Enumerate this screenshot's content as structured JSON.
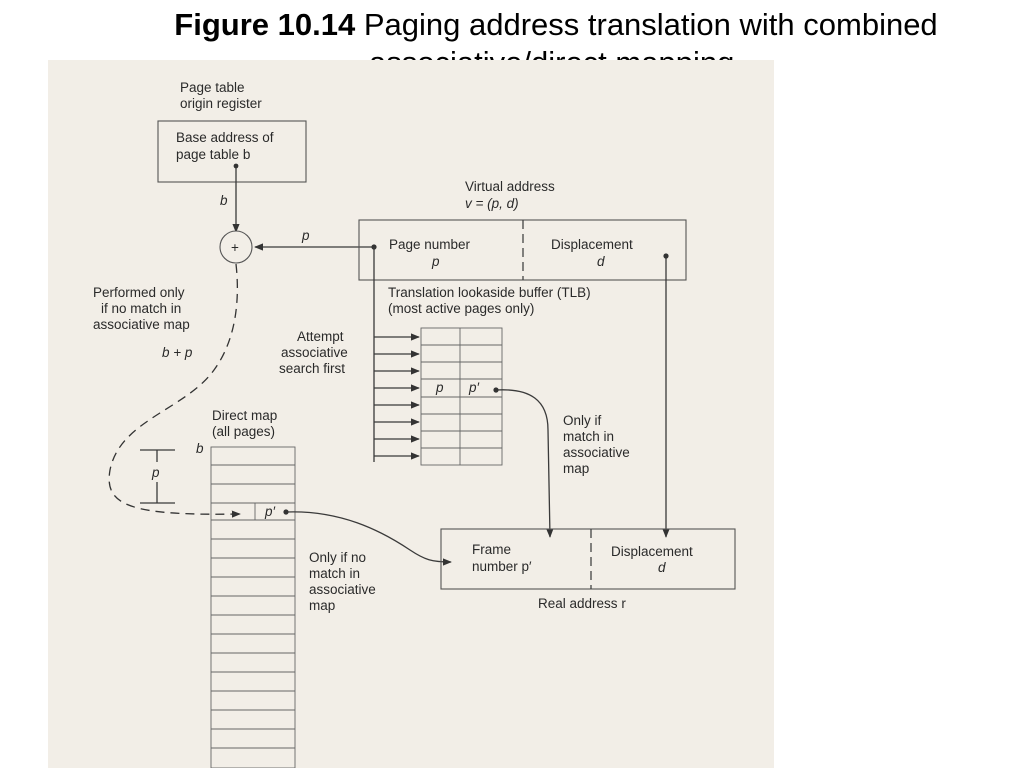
{
  "title": {
    "figure_number": "Figure 10.14",
    "caption_line1": "Paging address translation with combined",
    "caption_line2": "associative/direct mapping."
  },
  "diagram": {
    "page_table_origin_line1": "Page table",
    "page_table_origin_line2": "origin register",
    "base_address_line1": "Base address of",
    "base_address_line2": "page table",
    "base_address_var": "b",
    "b_label": "b",
    "adder_symbol": "+",
    "p_label": "p",
    "virtual_address_line1": "Virtual address",
    "virtual_address_line2": "v = (p, d)",
    "page_number_label": "Page number",
    "page_number_var": "p",
    "displacement_label": "Displacement",
    "displacement_var": "d",
    "performed_only_line1": "Performed only",
    "performed_only_line2": "if no match in",
    "performed_only_line3": "associative map",
    "b_plus_p": "b + p",
    "tlb_line1": "Translation lookaside buffer (TLB)",
    "tlb_line2": "(most active pages only)",
    "attempt_line1": "Attempt",
    "attempt_line2": "associative",
    "attempt_line3": "search first",
    "tlb_p": "p",
    "tlb_p_prime": "p′",
    "only_if_match_line1": "Only if",
    "only_if_match_line2": "match in",
    "only_if_match_line3": "associative",
    "only_if_match_line4": "map",
    "direct_map_line1": "Direct map",
    "direct_map_line2": "(all pages)",
    "direct_b": "b",
    "direct_p": "p",
    "direct_p_prime": "p′",
    "only_if_no_match_line1": "Only if no",
    "only_if_no_match_line2": "match in",
    "only_if_no_match_line3": "associative",
    "only_if_no_match_line4": "map",
    "frame_number_line1": "Frame",
    "frame_number_line2": "number",
    "frame_number_var": "p′",
    "real_displacement_label": "Displacement",
    "real_displacement_var": "d",
    "real_address_label": "Real address",
    "real_address_var": "r"
  }
}
